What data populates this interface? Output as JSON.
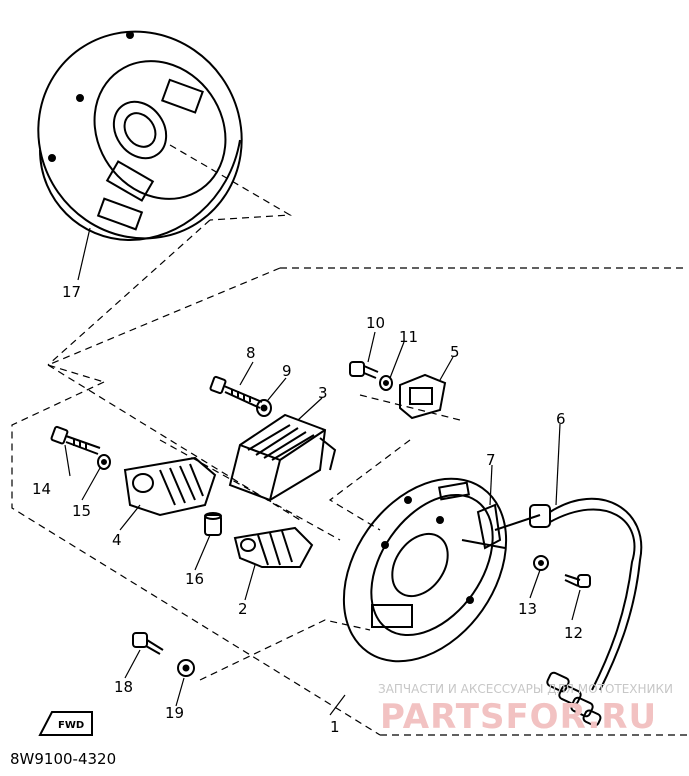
{
  "diagram": {
    "code": "8W9100-4320",
    "fwd_tag": "FWD",
    "callouts": [
      "1",
      "2",
      "3",
      "4",
      "5",
      "6",
      "7",
      "8",
      "9",
      "10",
      "11",
      "12",
      "13",
      "14",
      "15",
      "16",
      "17",
      "18",
      "19"
    ]
  },
  "watermark": {
    "line1": "ЗАПЧАСТИ И АКСЕССУАРЫ ДЛЯ МОТОТЕХНИКИ",
    "line2": "PARTSFOR.RU"
  }
}
